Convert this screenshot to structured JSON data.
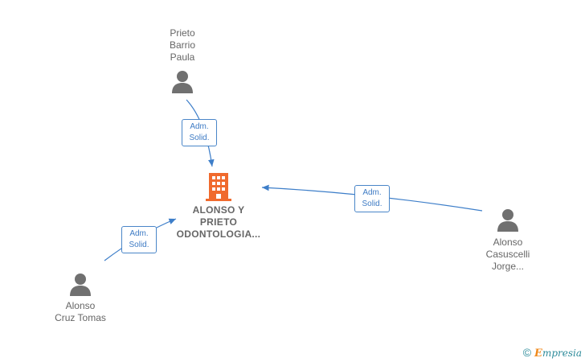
{
  "nodes": {
    "top_person": {
      "lines": [
        "Prieto",
        "Barrio",
        "Paula"
      ],
      "icon": "person-icon"
    },
    "company": {
      "lines": [
        "ALONSO Y",
        "PRIETO",
        "ODONTOLOGIA..."
      ],
      "icon": "building-icon",
      "color": "#f06a2d"
    },
    "right_person": {
      "lines": [
        "Alonso",
        "Casuscelli",
        "Jorge..."
      ],
      "icon": "person-icon"
    },
    "bottom_person": {
      "lines": [
        "Alonso",
        "Cruz Tomas"
      ],
      "icon": "person-icon"
    }
  },
  "edges": [
    {
      "from": "top_person",
      "to": "company",
      "label": [
        "Adm.",
        "Solid."
      ]
    },
    {
      "from": "right_person",
      "to": "company",
      "label": [
        "Adm.",
        "Solid."
      ]
    },
    {
      "from": "bottom_person",
      "to": "company",
      "label": [
        "Adm.",
        "Solid."
      ]
    }
  ],
  "colors": {
    "edge": "#3d7ec9",
    "person_icon": "#707070"
  },
  "brand": {
    "copyright": "©",
    "initial": "E",
    "rest": "mpresia"
  }
}
